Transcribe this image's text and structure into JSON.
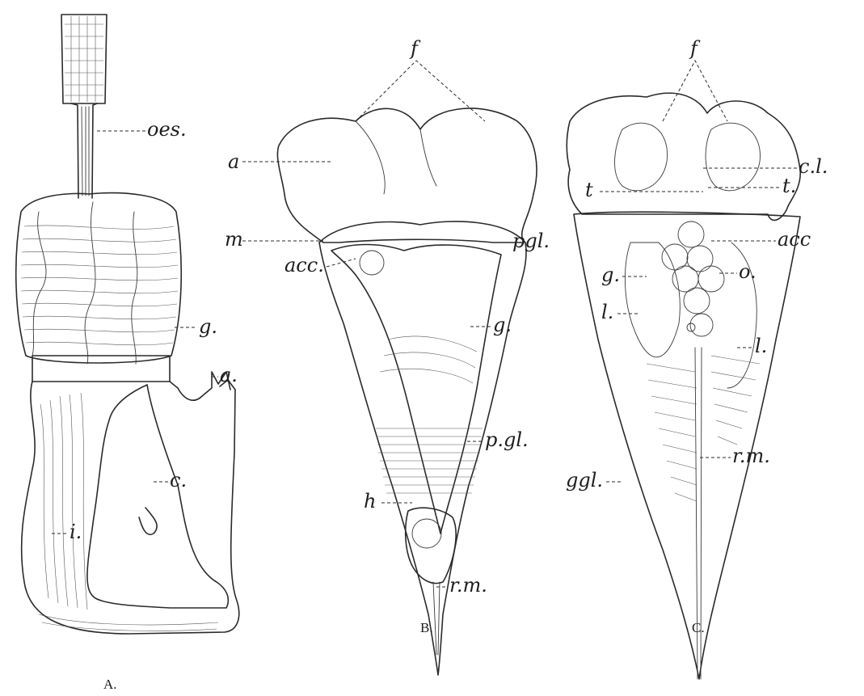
{
  "figure_a": {
    "caption": "A.",
    "labels": {
      "oes": "oes.",
      "g": "g.",
      "a": "a.",
      "c": "c.",
      "i": "i."
    }
  },
  "figure_b": {
    "caption": "B.",
    "labels": {
      "f": "f",
      "a": "a",
      "m": "m",
      "pgl_top": "pgl.",
      "acc": "acc.",
      "g": "g.",
      "pgl_bottom": "p.gl.",
      "h": "h",
      "rm": "r.m."
    }
  },
  "figure_c": {
    "caption": "C.",
    "labels": {
      "f": "f",
      "cl": "c.l.",
      "t_left": "t",
      "t_right": "t.",
      "acc": "acc",
      "g": "g.",
      "o": "o.",
      "l_left": "l.",
      "l_right": "l.",
      "rm": "r.m.",
      "ggl": "ggl."
    }
  }
}
